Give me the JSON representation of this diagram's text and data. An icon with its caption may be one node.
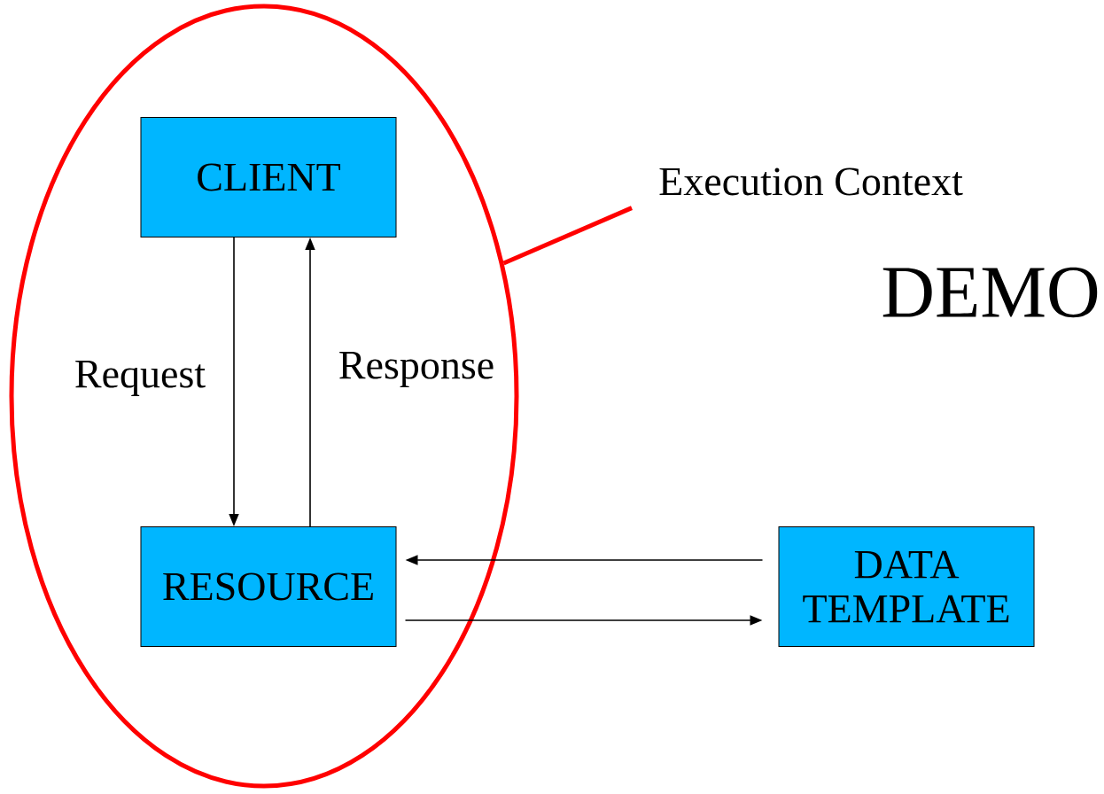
{
  "diagram": {
    "nodes": [
      {
        "text": [],
        "shape": "ellipse"
      },
      {
        "text": [
          "CLIENT"
        ],
        "in": 0
      },
      {
        "text": [
          "RESOURCE"
        ],
        "in": 0
      },
      {
        "text": [
          "DATA TEMPLATE"
        ]
      },
      {
        "text": [
          "Execution Context"
        ]
      }
    ],
    "edges": [
      {
        "from": 1,
        "to": 2,
        "arrow": "to",
        "label": "Request"
      },
      {
        "from": 2,
        "to": 1,
        "arrow": "to",
        "label": "Response"
      },
      {
        "from": 3,
        "to": 2,
        "arrow": "to"
      },
      {
        "from": 2,
        "to": 3,
        "arrow": "to"
      },
      {
        "from": 4,
        "to": 0,
        "arrow": "none",
        "color": "#ff0000",
        "style": "thick"
      }
    ],
    "labels": [
      "DEMO"
    ]
  }
}
